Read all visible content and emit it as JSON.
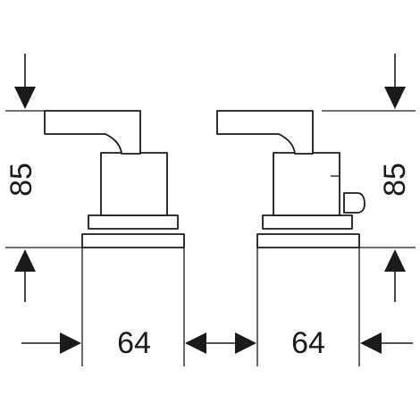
{
  "dimensions": {
    "height_left": "85",
    "height_right": "85",
    "width_left": "64",
    "width_right": "64"
  }
}
